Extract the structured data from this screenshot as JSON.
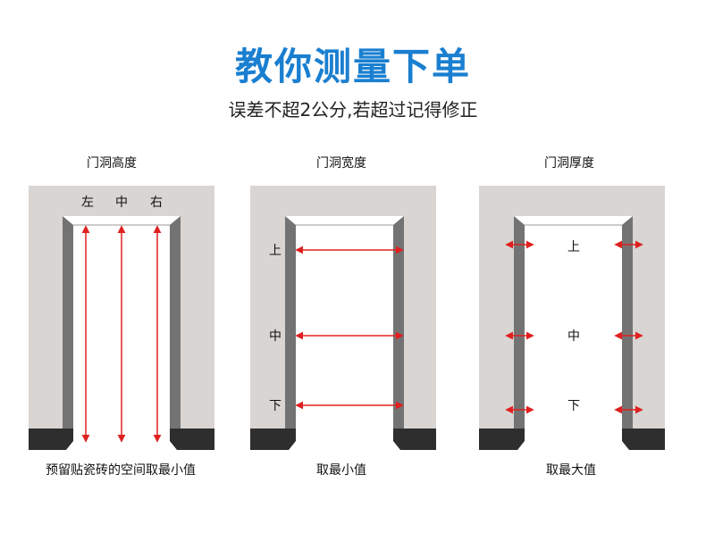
{
  "header": {
    "title": "教你测量下单",
    "subtitle": "误差不超2公分,若超过记得修正"
  },
  "panels": [
    {
      "title": "门洞高度",
      "labels": [
        "左",
        "中",
        "右"
      ],
      "caption": "预留贴瓷砖的空间取最小值"
    },
    {
      "title": "门洞宽度",
      "labels": [
        "上",
        "中",
        "下"
      ],
      "caption": "取最小值"
    },
    {
      "title": "门洞厚度",
      "labels": [
        "上",
        "中",
        "下"
      ],
      "caption": "取最大值"
    }
  ],
  "colors": {
    "title": "#1a7fd0",
    "wall": "#d8d5d2",
    "jamb": "#777777",
    "floor": "#2e2e2e",
    "arrow": "#e02020"
  }
}
